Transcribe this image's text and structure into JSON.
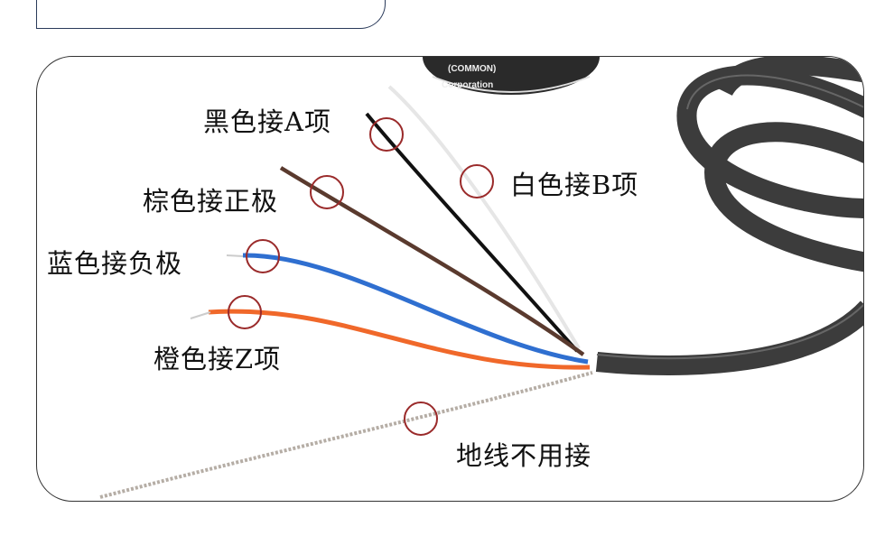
{
  "labels": {
    "black": "黑色接A项",
    "white": "白色接B项",
    "brown": "棕色接正极",
    "blue": "蓝色接负极",
    "orange": "橙色接Z项",
    "ground": "地线不用接"
  },
  "encoder_print": {
    "line1": "(COMMON)",
    "line2": "Corporation"
  },
  "colors": {
    "marker": "#9a2a2a",
    "blue_wire": "#2f6fd0",
    "orange_wire": "#f0682a",
    "brown_wire": "#5a3a2e",
    "cable": "#3a3a3a"
  }
}
